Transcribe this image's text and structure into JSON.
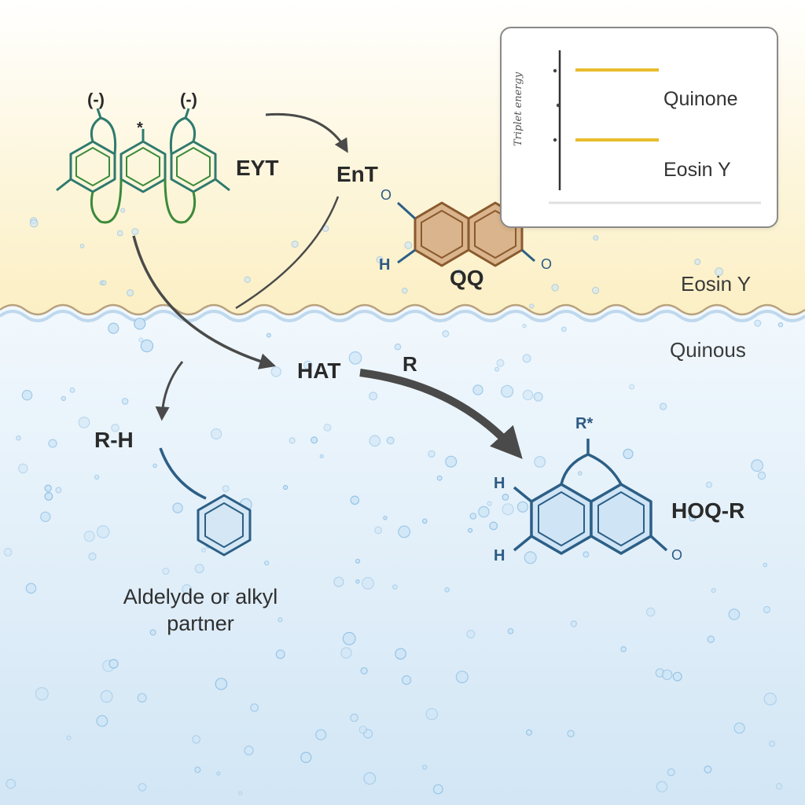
{
  "regions": {
    "upper_label": "Eosin Y",
    "lower_label": "Quinous"
  },
  "photocatalyst": {
    "label": "EYT",
    "atom_left": "(-)",
    "atom_right": "(-)",
    "excited_mark": "*"
  },
  "energy_transfer": {
    "label": "EnT"
  },
  "quinone": {
    "label": "QQ",
    "atom_o_top": "O",
    "atom_h": "H",
    "atom_o_bottom": "O"
  },
  "hat": {
    "label": "HAT",
    "radical_mark": "R"
  },
  "substrate": {
    "label": "R-H",
    "caption_line1": "Aldelyde or alkyl",
    "caption_line2": "partner"
  },
  "product": {
    "label": "HOQ-R",
    "top_mark": "R*",
    "atom_h_top": "H",
    "atom_h_bottom": "H",
    "atom_o": "O"
  },
  "inset": {
    "levels": [
      {
        "label": "Quinone",
        "color": "#e9bc2c"
      },
      {
        "label": "Eosin Y",
        "color": "#e9bc2c"
      }
    ],
    "ylabel": "Triplet energy"
  },
  "colors": {
    "water": "#dcecf8",
    "organic": "#fdf3d2",
    "eosin_ring": "#2f7a6e",
    "eosin_ring_alt": "#3b8a3a",
    "quinone_ring": "#8a5a2e",
    "quinone_fill": "#d6b08a",
    "product_ring": "#2c5f86",
    "arrow": "#4a4a4a"
  }
}
